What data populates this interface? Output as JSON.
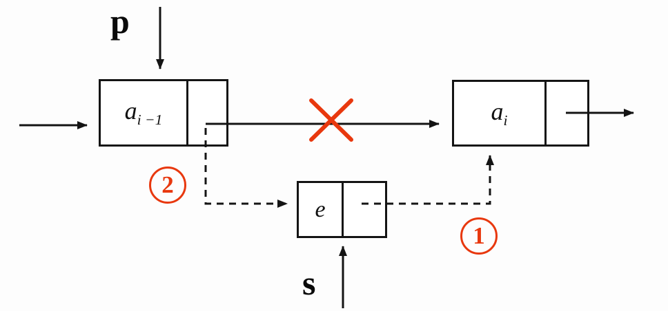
{
  "diagram": {
    "pointers": {
      "p": "p",
      "s": "s"
    },
    "nodes": {
      "prev": {
        "base": "a",
        "sub": "i −1"
      },
      "next": {
        "base": "a",
        "sub": "i"
      },
      "new": {
        "label": "e"
      }
    },
    "steps": {
      "step1": "1",
      "step2": "2"
    },
    "colors": {
      "line": "#141414",
      "accent_red": "#e8380e"
    }
  }
}
